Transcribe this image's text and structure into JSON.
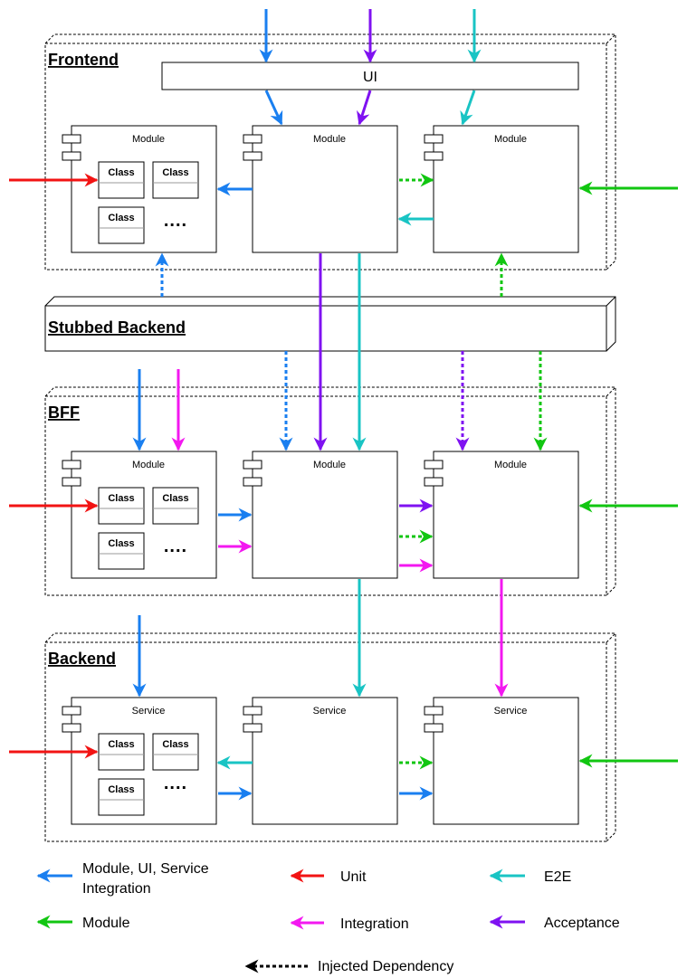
{
  "layers": {
    "frontend": "Frontend",
    "stubbed_backend": "Stubbed Backend",
    "bff": "BFF",
    "backend": "Backend"
  },
  "ui_label": "UI",
  "module_label": "Module",
  "service_label": "Service",
  "class_label": "Class",
  "ellipsis": "....",
  "legend": {
    "blue": "Module, UI, Service Integration",
    "blue_line1": "Module, UI, Service",
    "blue_line2": "Integration",
    "green": "Module",
    "red": "Unit",
    "magenta": "Integration",
    "teal": "E2E",
    "purple": "Acceptance",
    "injected": "Injected Dependency"
  },
  "colors": {
    "blue": "#1a7ff0",
    "red": "#f21313",
    "teal": "#19c4c4",
    "purple": "#7f12f1",
    "green": "#11c611",
    "magenta": "#f318f0",
    "black": "#000000"
  }
}
